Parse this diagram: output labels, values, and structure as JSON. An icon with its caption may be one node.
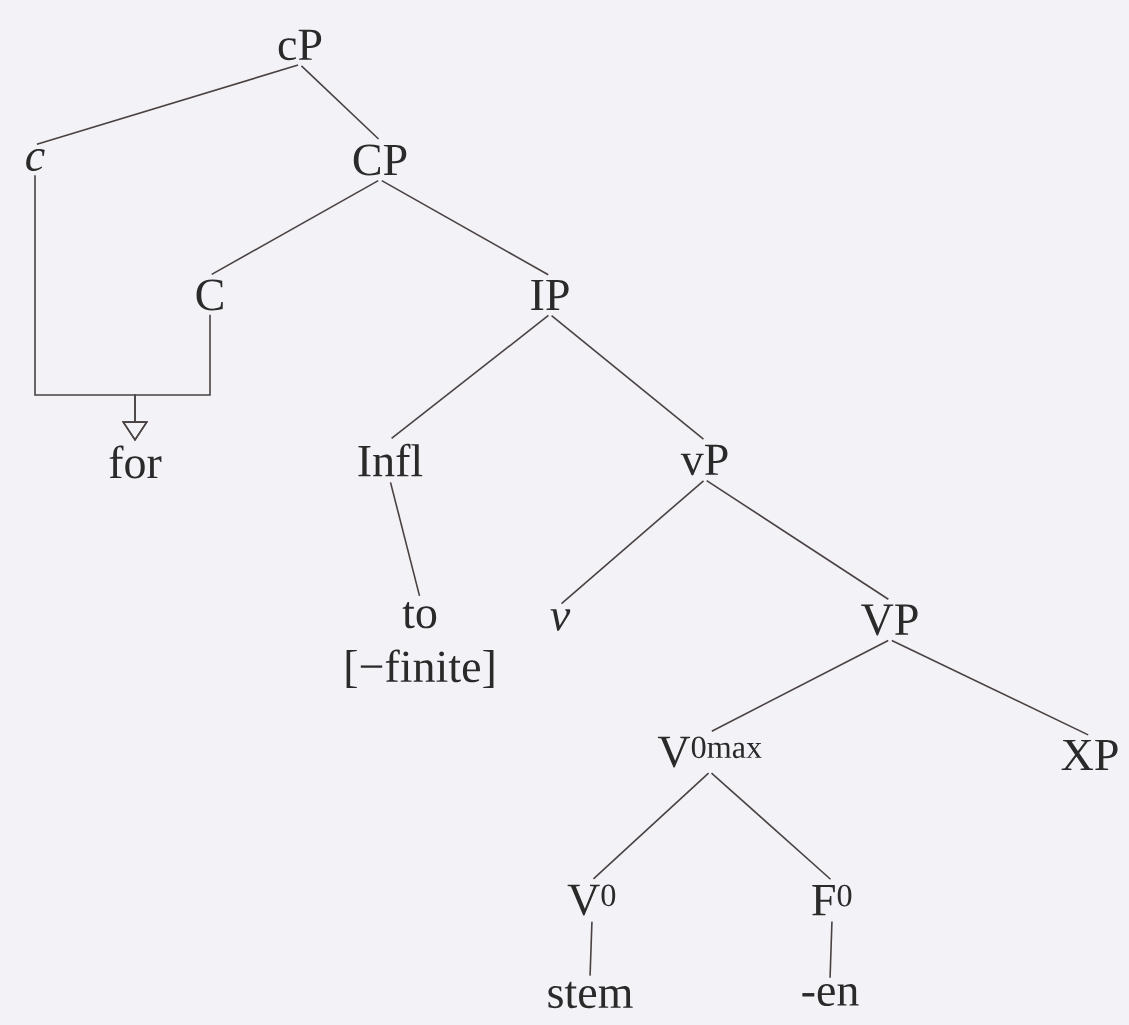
{
  "diagram": {
    "nodes": [
      {
        "text": [
          "cP"
        ]
      },
      {
        "text": [
          "*c*"
        ]
      },
      {
        "text": [
          "CP"
        ]
      },
      {
        "text": [
          "C"
        ]
      },
      {
        "text": [
          "IP"
        ]
      },
      {
        "text": [
          "for"
        ]
      },
      {
        "text": [
          "Infl"
        ]
      },
      {
        "text": [
          "to [−finite]"
        ]
      },
      {
        "text": [
          "vP"
        ]
      },
      {
        "text": [
          "*v*"
        ]
      },
      {
        "text": [
          "VP"
        ]
      },
      {
        "text": [
          "V$^{0max}$"
        ]
      },
      {
        "text": [
          "XP"
        ]
      },
      {
        "text": [
          "V$^{0}$"
        ]
      },
      {
        "text": [
          "F$^{0}$"
        ]
      },
      {
        "text": [
          "stem"
        ]
      },
      {
        "text": [
          "-en"
        ]
      }
    ],
    "edges": [
      {
        "from": 0,
        "to": 1,
        "arrow": "none"
      },
      {
        "from": 0,
        "to": 2,
        "arrow": "none"
      },
      {
        "from": 2,
        "to": 3,
        "arrow": "none"
      },
      {
        "from": 2,
        "to": 4,
        "arrow": "none"
      },
      {
        "from": 4,
        "to": 6,
        "arrow": "none"
      },
      {
        "from": 4,
        "to": 8,
        "arrow": "none"
      },
      {
        "from": 6,
        "to": 7,
        "arrow": "none"
      },
      {
        "from": 8,
        "to": 9,
        "arrow": "none"
      },
      {
        "from": 8,
        "to": 10,
        "arrow": "none"
      },
      {
        "from": 10,
        "to": 11,
        "arrow": "none"
      },
      {
        "from": 10,
        "to": 12,
        "arrow": "none"
      },
      {
        "from": 11,
        "to": 13,
        "arrow": "none"
      },
      {
        "from": 11,
        "to": 14,
        "arrow": "none"
      },
      {
        "from": 13,
        "to": 15,
        "arrow": "none"
      },
      {
        "from": 14,
        "to": 16,
        "arrow": "none"
      },
      {
        "from": 1,
        "to": 5,
        "arrow": "to"
      },
      {
        "from": 3,
        "to": 5,
        "arrow": "to"
      }
    ]
  }
}
